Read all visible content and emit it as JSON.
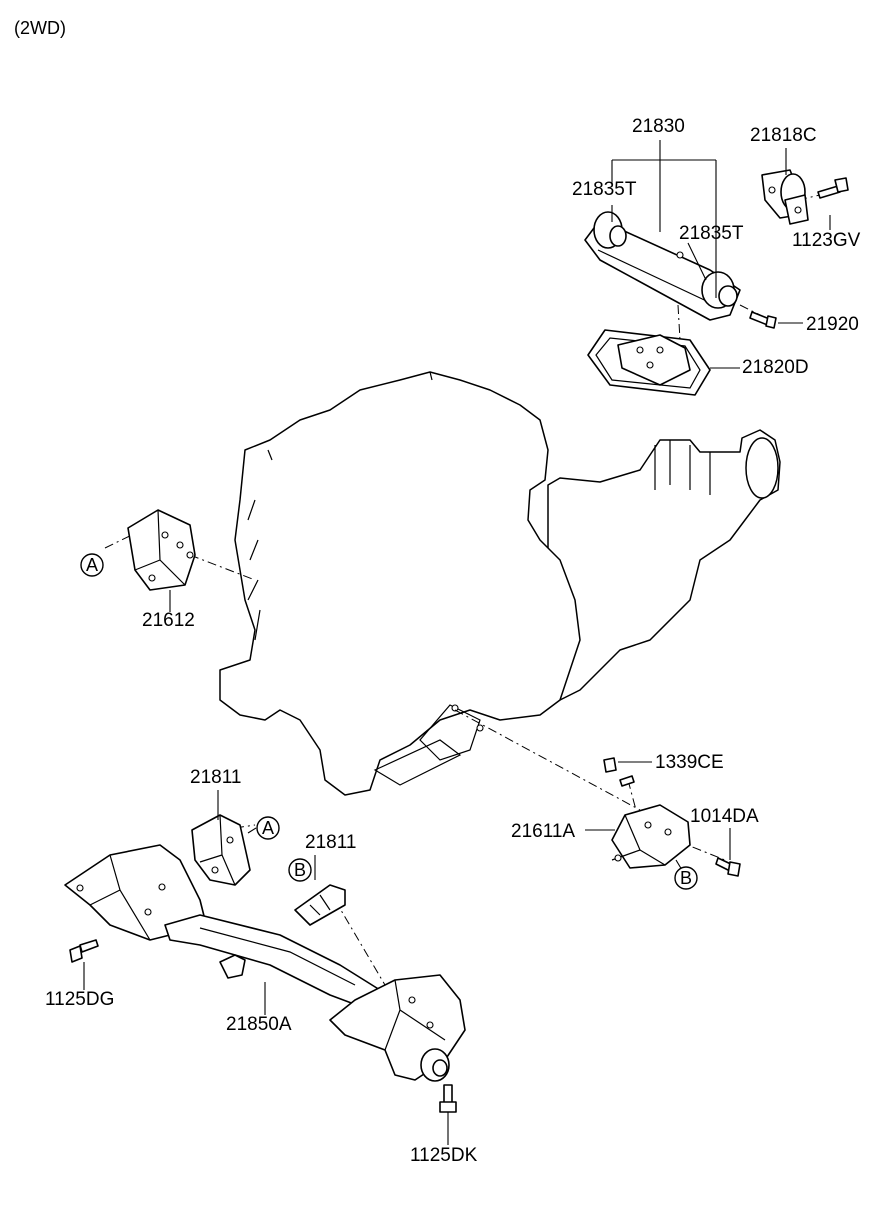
{
  "header": {
    "variant": "(2WD)"
  },
  "callouts": {
    "a_top": "A",
    "a_bottom": "A",
    "b_left": "B",
    "b_right": "B"
  },
  "parts": {
    "p21830": "21830",
    "p21818c": "21818C",
    "p21835t_left": "21835T",
    "p21835t_right": "21835T",
    "p1123gv": "1123GV",
    "p21920": "21920",
    "p21820d": "21820D",
    "p21612": "21612",
    "p21811_top": "21811",
    "p21811_mid": "21811",
    "p1339ce": "1339CE",
    "p1014da": "1014DA",
    "p21611a": "21611A",
    "p1125dg": "1125DG",
    "p21850a": "21850A",
    "p1125dk": "1125DK"
  }
}
